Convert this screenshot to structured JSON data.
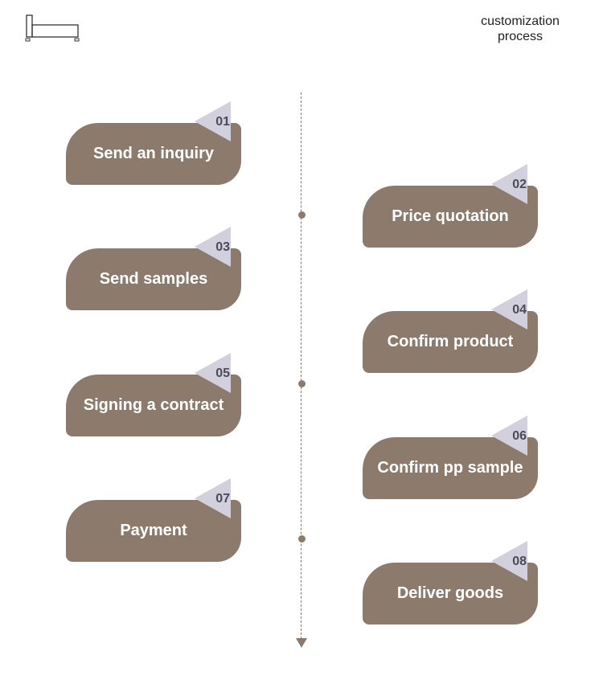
{
  "header": {
    "title_line1": "customization",
    "title_line2": "process",
    "logo_icon": "bed-icon"
  },
  "steps": [
    {
      "number": "01",
      "label": "Send an inquiry"
    },
    {
      "number": "02",
      "label": "Price quotation"
    },
    {
      "number": "03",
      "label": "Send samples"
    },
    {
      "number": "04",
      "label": "Confirm product"
    },
    {
      "number": "05",
      "label": "Signing a contract"
    },
    {
      "number": "06",
      "label": "Confirm pp sample"
    },
    {
      "number": "07",
      "label": "Payment"
    },
    {
      "number": "08",
      "label": "Deliver goods"
    }
  ],
  "colors": {
    "box": "#8c7a6d",
    "tag": "#d1d0dc",
    "number": "#4a4a5a"
  }
}
